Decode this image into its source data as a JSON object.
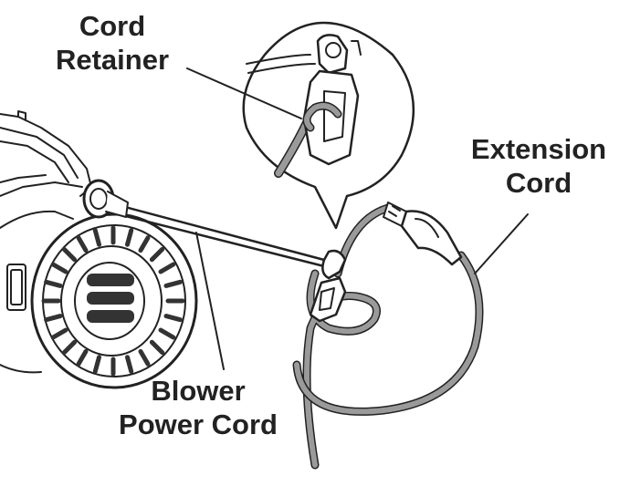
{
  "labels": {
    "cord_retainer": [
      "Cord",
      "Retainer"
    ],
    "extension_cord": [
      "Extension",
      "Cord"
    ],
    "blower_power_cord": [
      "Blower",
      "Power Cord"
    ]
  },
  "colors": {
    "ink": "#222222",
    "cord_gray": "#9a9a9a",
    "background": "#ffffff"
  }
}
